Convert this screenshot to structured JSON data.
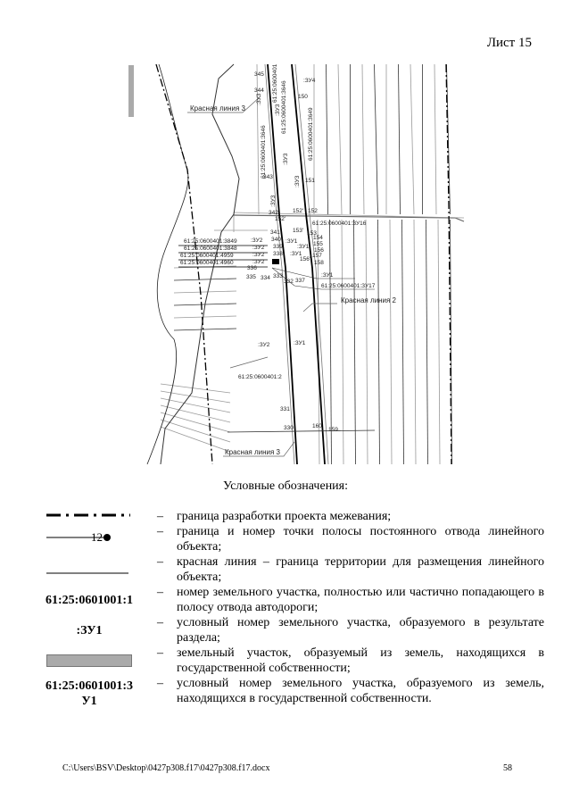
{
  "header": {
    "sheet_label": "Лист 15"
  },
  "map": {
    "labels": {
      "krasnaya_3_top": "Красная линия 3",
      "krasnaya_3_bottom": "Красная линия 3",
      "krasnaya_2": "Красная линия 2",
      "zu4": ":ЗУ4",
      "zu3_a": ":ЗУ3",
      "zu3_b": ":ЗУ3",
      "zu3_c": ":ЗУ3",
      "zu3_d": ":ЗУ3",
      "zu3_e": ":ЗУ3",
      "cad_3646": "61:25:0600401:3646",
      "cad_3646b": "61:25:0600401:3646",
      "cad_3649": "61:25:0600401:3649",
      "cad_0600401": "61:25:0600401",
      "cad_zu16": "61:25:0600401:ЗУ16",
      "cad_3849": "61:25:0600401:3849",
      "cad_3848": "61:25:0600401:3848",
      "cad_4959": "61:25:0600401:4959",
      "cad_4960": "61:25:0600401:4960",
      "cad_zu17": "61:25:0600401:ЗУ17",
      "cad_2": "61:25:0600401:2",
      "zu2_a": ":ЗУ2",
      "zu2_b": ":ЗУ2",
      "zu2_c": ":ЗУ2",
      "zu2_d": ":ЗУ2",
      "zu2_e": ":ЗУ2",
      "zu1_a": ":ЗУ1",
      "zu1_b": ":ЗУ1",
      "zu1_c": ":ЗУ1",
      "zu1_d": ":ЗУ1",
      "zu1_e": ":ЗУ1",
      "p345": "345",
      "p344": "344",
      "p343": "343",
      "p342": "342",
      "p341": "341",
      "p340": "340",
      "p339": "339",
      "p338": "338",
      "p336": "336",
      "p335": "335",
      "p334": "334",
      "p333": "333",
      "p332": "332",
      "p337": "337",
      "p331": "331",
      "p330": "330",
      "p150": "150",
      "p151": "151",
      "p152": "152",
      "p152b": "152'",
      "p152c": "152'",
      "p153": "153",
      "p153b": "153'",
      "p154": "154",
      "p155": "155",
      "p156": "156",
      "p156b": "156'",
      "p157": "157",
      "p158": "158",
      "p159": "159",
      "p160": "160"
    }
  },
  "legend": {
    "title": "Условные обозначения:",
    "items": [
      {
        "symbol": "",
        "text": "граница разработки проекта межевания;"
      },
      {
        "symbol": "12",
        "text": "граница и номер точки полосы постоянного отвода линейного объекта;"
      },
      {
        "symbol": "",
        "text": "красная линия – граница территории для размещения линейного объекта;"
      },
      {
        "symbol": "61:25:0601001:1",
        "text": "номер земельного участка, полностью или частично попадающего в полосу отвода автодороги;"
      },
      {
        "symbol": ":ЗУ1",
        "text": "условный номер земельного участка, образуемого в результате раздела;"
      },
      {
        "symbol": "",
        "text": "земельный участок, образуемый из земель, находящихся в государственной собственности;"
      },
      {
        "symbol": "61:25:0601001:3 У1",
        "text": "условный номер земельного участка, образуемого из земель, находящихся в государственной собственности."
      }
    ],
    "dash": "–"
  },
  "footer": {
    "path": "C:\\Users\\BSV\\Desktop\\0427p308.f17\\0427p308.f17.docx",
    "page_number": "58"
  }
}
